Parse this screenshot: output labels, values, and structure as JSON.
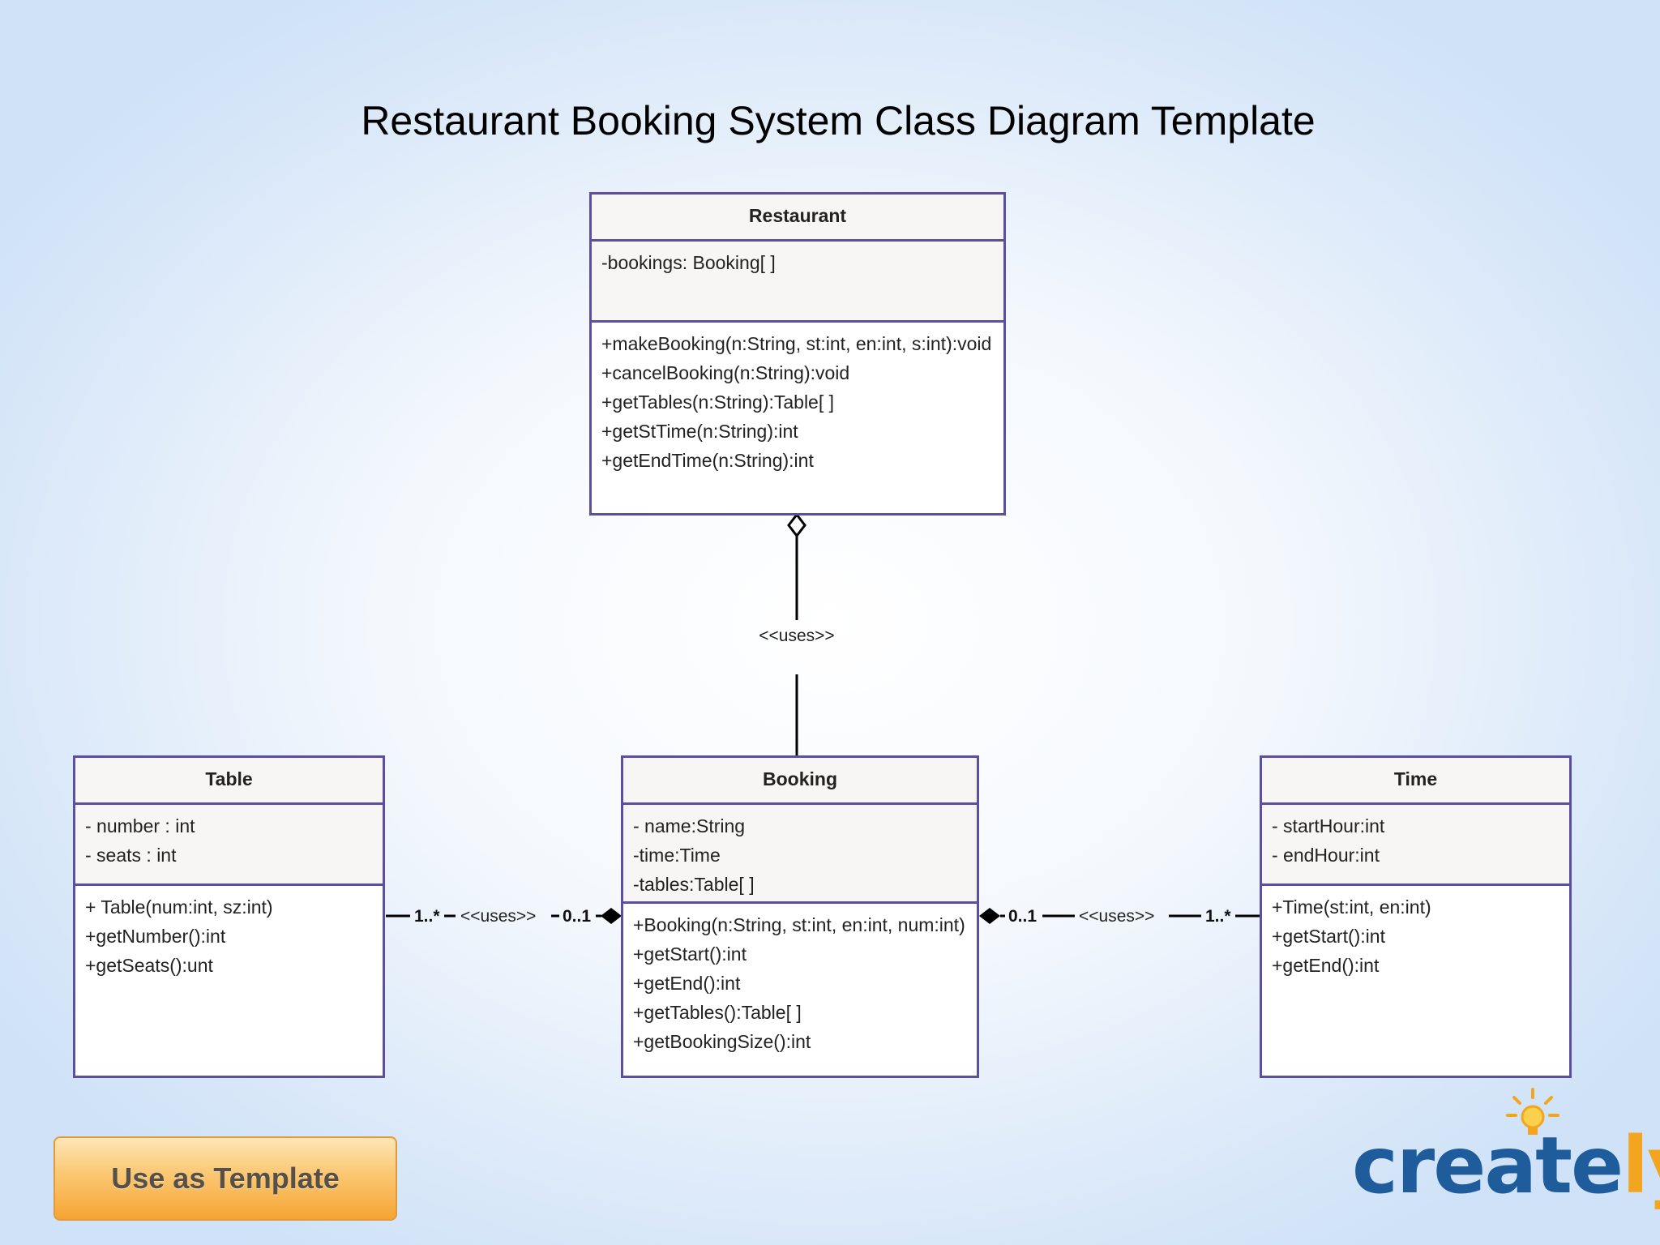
{
  "title": "Restaurant Booking System Class Diagram Template",
  "classes": {
    "restaurant": {
      "name": "Restaurant",
      "attributes": [
        "-bookings: Booking[ ]"
      ],
      "operations": [
        "+makeBooking(n:String, st:int, en:int, s:int):void",
        "+cancelBooking(n:String):void",
        "+getTables(n:String):Table[ ]",
        "+getStTime(n:String):int",
        "+getEndTime(n:String):int"
      ]
    },
    "table": {
      "name": "Table",
      "attributes": [
        "- number : int",
        "- seats : int"
      ],
      "operations": [
        "+ Table(num:int, sz:int)",
        "+getNumber():int",
        "+getSeats():unt"
      ]
    },
    "booking": {
      "name": "Booking",
      "attributes": [
        "- name:String",
        "-time:Time",
        "-tables:Table[ ]"
      ],
      "operations": [
        "+Booking(n:String, st:int, en:int, num:int)",
        "+getStart():int",
        "+getEnd():int",
        "+getTables():Table[ ]",
        "+getBookingSize():int"
      ]
    },
    "time": {
      "name": "Time",
      "attributes": [
        "- startHour:int",
        "- endHour:int"
      ],
      "operations": [
        "+Time(st:int, en:int)",
        "+getStart():int",
        "+getEnd():int"
      ]
    }
  },
  "relations": {
    "restaurant_booking": {
      "label": "<<uses>>"
    },
    "table_booking": {
      "label": "<<uses>>",
      "mult_table": "1..*",
      "mult_booking": "0..1"
    },
    "booking_time": {
      "label": "<<uses>>",
      "mult_booking": "0..1",
      "mult_time": "1..*"
    }
  },
  "button": {
    "label": "Use as Template"
  },
  "logo": {
    "text_main": "creat",
    "text_l": "e",
    "text_y": "ly",
    "brand_blue": "#1f5c9c",
    "brand_orange": "#f3a51f"
  },
  "colors": {
    "border": "#5c4f9e",
    "button": "#f6a534"
  }
}
